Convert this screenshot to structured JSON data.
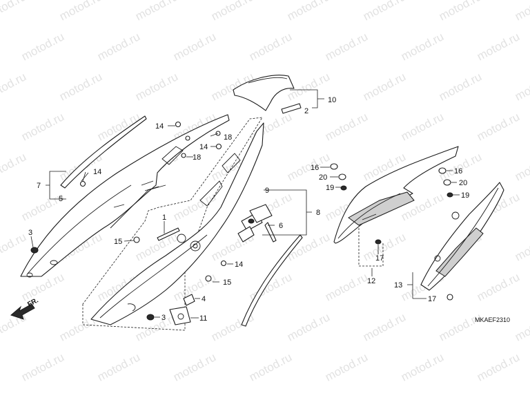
{
  "watermark": {
    "text": "motod.ru",
    "color": "#e2e2e2"
  },
  "diagram_code": "MKAEF2310",
  "direction_label": "FR.",
  "callouts": {
    "c1": "1",
    "c2": "2",
    "c3a": "3",
    "c3b": "3",
    "c4": "4",
    "c5": "5",
    "c6": "6",
    "c7": "7",
    "c8": "8",
    "c9": "9",
    "c10": "10",
    "c11": "11",
    "c12": "12",
    "c13": "13",
    "c14a": "14",
    "c14b": "14",
    "c14c": "14",
    "c14d": "14",
    "c15a": "15",
    "c15b": "15",
    "c16a": "16",
    "c16b": "16",
    "c17a": "17",
    "c17b": "17",
    "c18a": "18",
    "c18b": "18",
    "c19a": "19",
    "c19b": "19",
    "c20a": "20",
    "c20b": "20"
  }
}
